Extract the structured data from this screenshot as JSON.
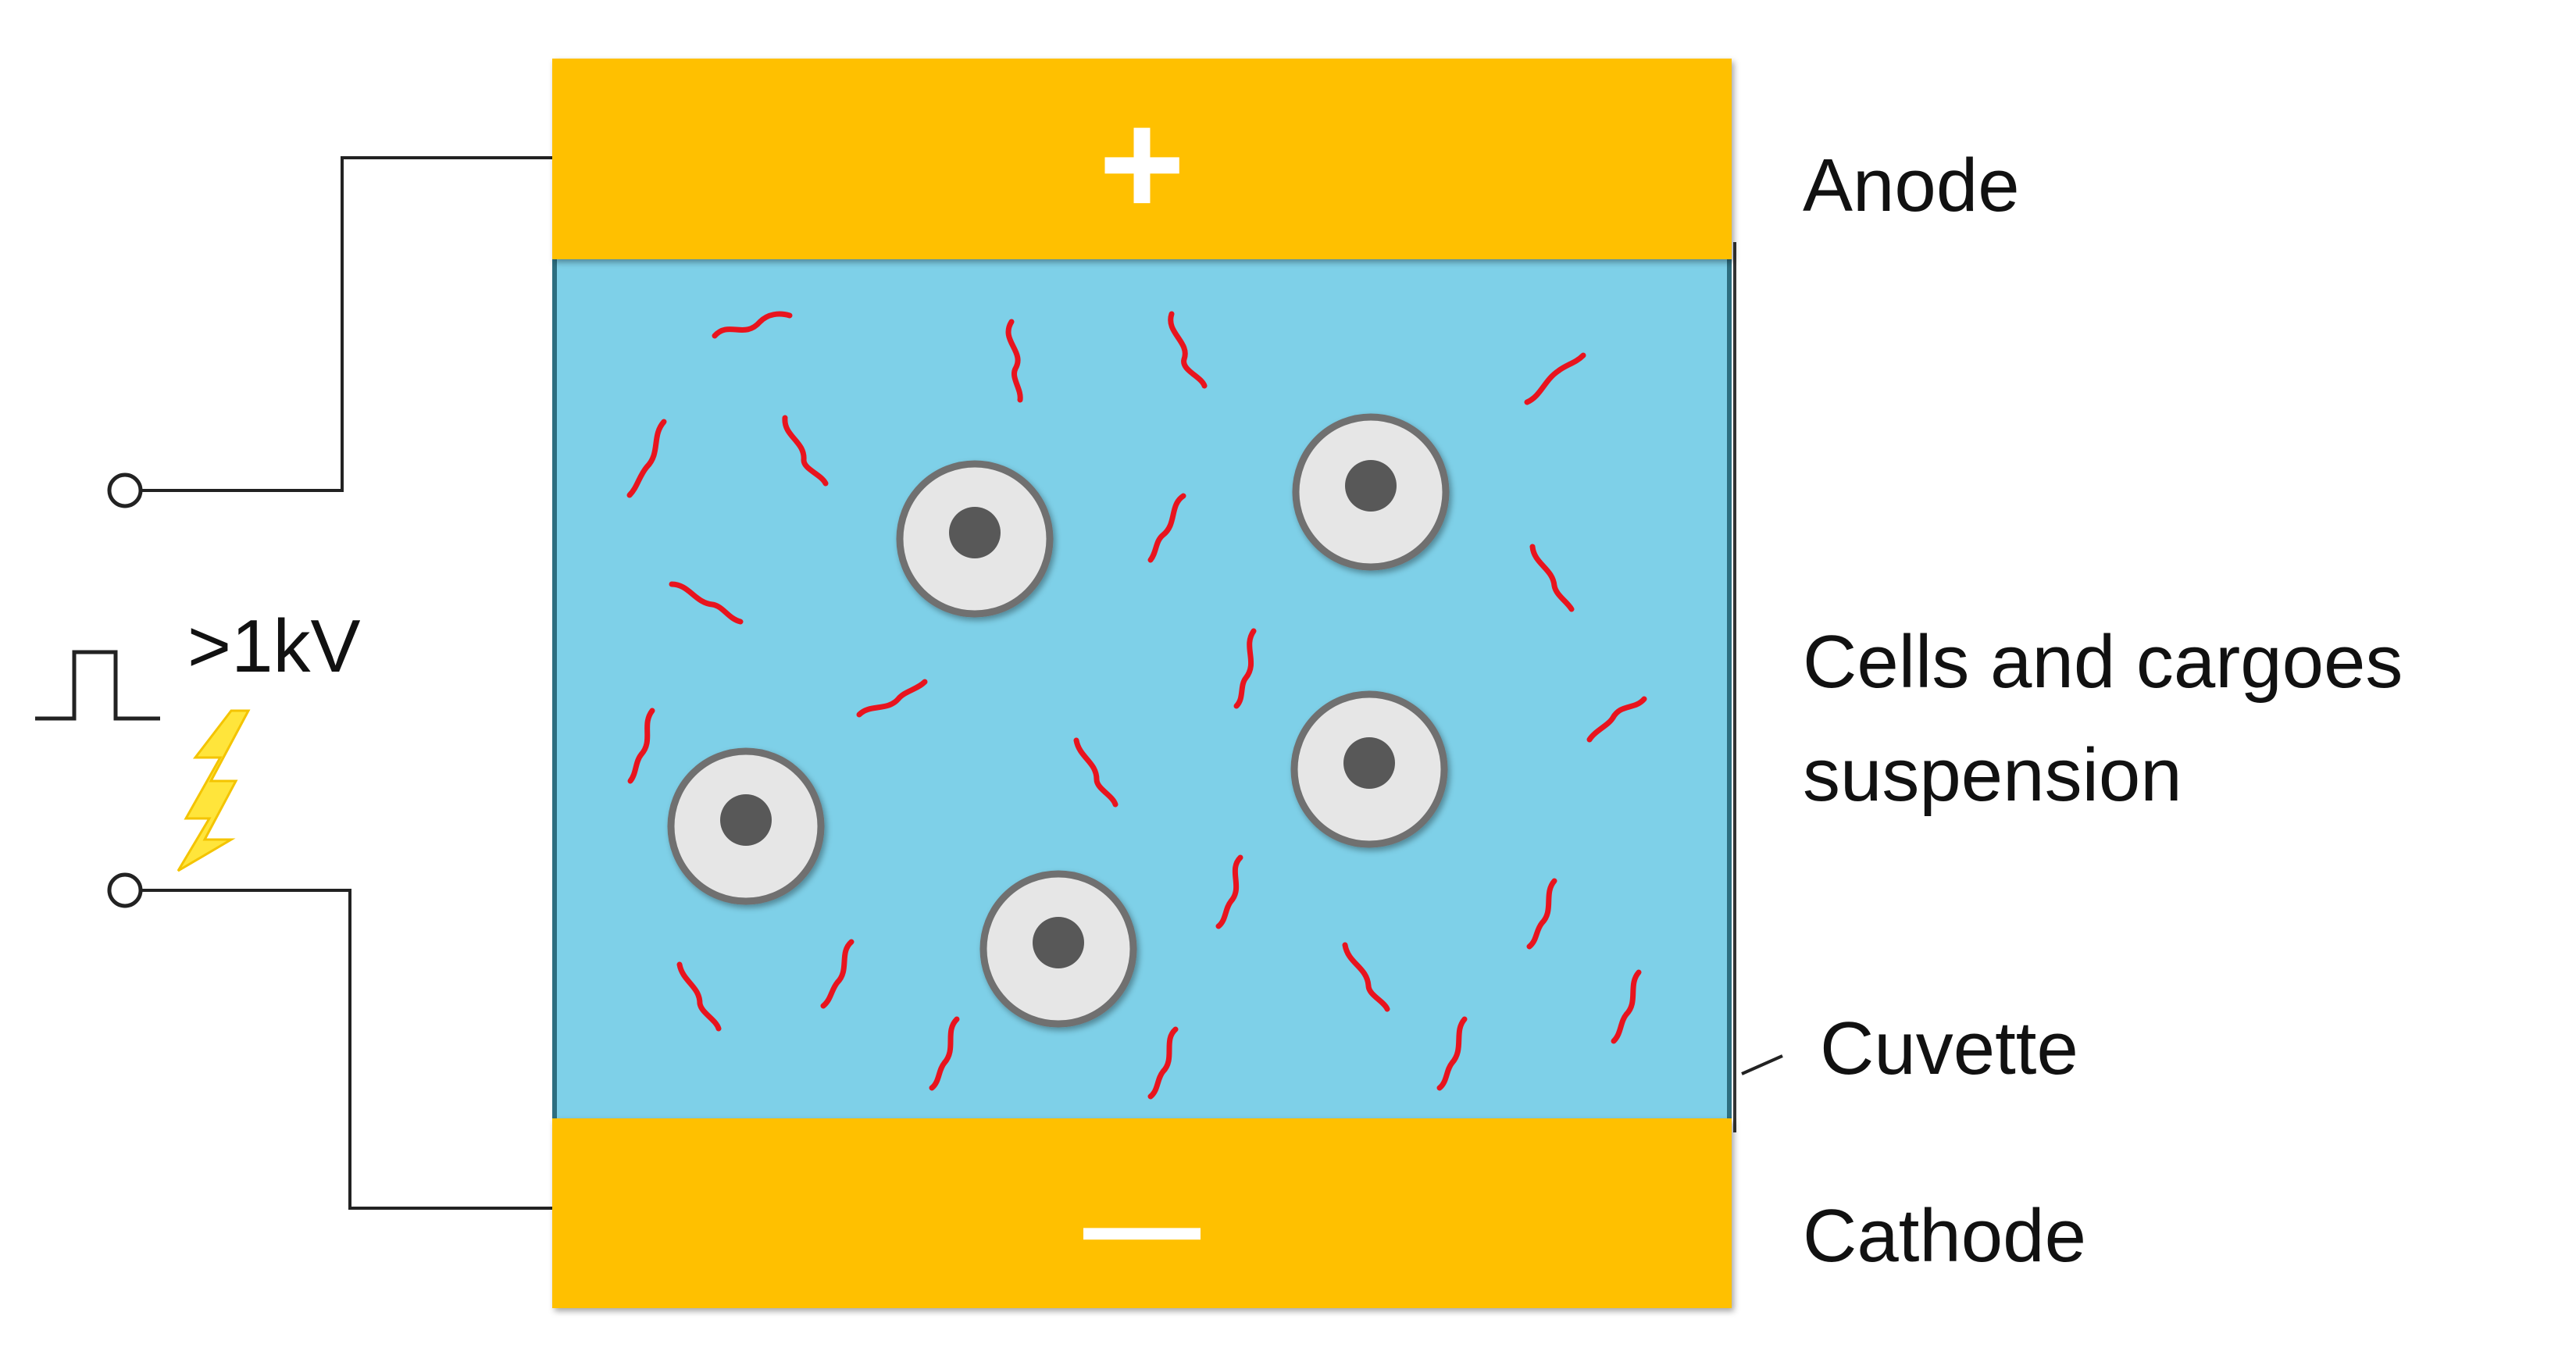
{
  "labels": {
    "anode": "Anode",
    "suspension_line1": "Cells and cargoes",
    "suspension_line2": "suspension",
    "cuvette": "Cuvette",
    "cathode": "Cathode",
    "voltage": ">1kV"
  },
  "signs": {
    "anode": "+",
    "cathode": "—"
  },
  "colors": {
    "electrode": "#FFC000",
    "suspension": "#7ED0E8",
    "cargo": "#E8141E",
    "cell_membrane": "#E6E6E6",
    "cell_nucleus": "#595959",
    "lightning": "#FFE53B",
    "wire": "#222222"
  },
  "icons": [
    "square-pulse-icon",
    "lightning-bolt-icon",
    "terminal-circle-icon"
  ]
}
